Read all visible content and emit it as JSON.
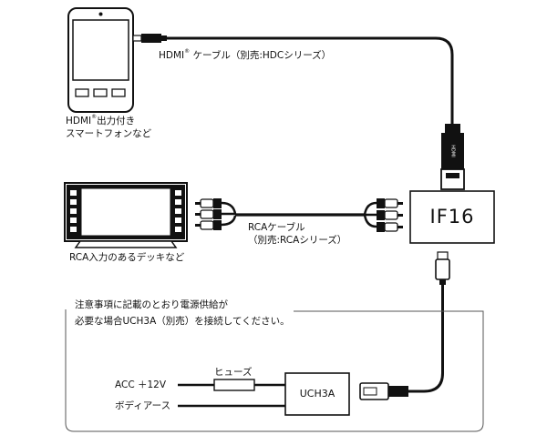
{
  "devices": {
    "smartphone": {
      "caption_line1_prefix": "HDMI",
      "caption_line1_mark": "®",
      "caption_line1_suffix": "出力付き",
      "caption_line2": "スマートフォンなど"
    },
    "deck": {
      "caption": "RCA入力のあるデッキなど"
    },
    "if16": {
      "label": "IF16"
    },
    "uch3a": {
      "label": "UCH3A"
    }
  },
  "cables": {
    "hdmi": {
      "prefix": "HDMI",
      "mark": "®",
      "suffix": " ケーブル（別売:HDCシリーズ）"
    },
    "rca": {
      "line1": "RCAケーブル",
      "line2": "（別売:RCAシリーズ）"
    }
  },
  "notice": {
    "line1": "注意事項に記載のとおり電源供給が",
    "line2": "必要な場合UCH3A（別売）を接続してください。"
  },
  "wiring": {
    "acc": "ACC ＋12V",
    "fuse": "ヒューズ",
    "body_ground": "ボディアース"
  },
  "plug_print": {
    "hdmi": "HDMI"
  }
}
